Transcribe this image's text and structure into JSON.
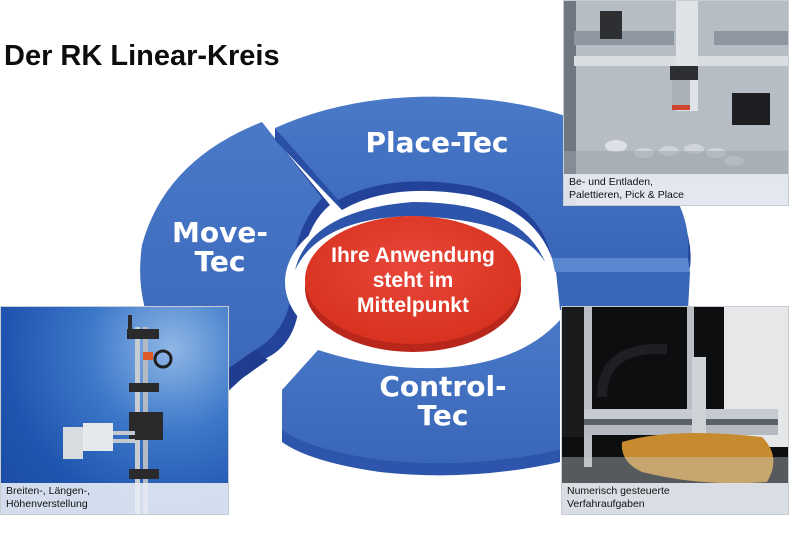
{
  "title": "Der RK Linear-Kreis",
  "colors": {
    "ring_blue": "#3f6fc0",
    "ring_blue_dark": "#23439a",
    "center_red": "#e23a2c",
    "center_red_dark": "#b8261c",
    "text_white": "#ffffff"
  },
  "diagram": {
    "center": {
      "line1": "Ihre Anwendung",
      "line2": "steht im",
      "line3": "Mittelpunkt"
    },
    "segments": [
      {
        "id": "place-tec",
        "line1": "Place-Tec"
      },
      {
        "id": "move-tec",
        "line1": "Move-",
        "line2": "Tec"
      },
      {
        "id": "control-tec",
        "line1": "Control-",
        "line2": "Tec"
      }
    ]
  },
  "photos": [
    {
      "id": "place",
      "caption_line1": "Be- und Entladen,",
      "caption_line2": "Palettieren, Pick & Place"
    },
    {
      "id": "move",
      "caption_line1": "Breiten-, Längen-,",
      "caption_line2": "Höhenverstellung"
    },
    {
      "id": "control",
      "caption_line1": "Numerisch gesteuerte",
      "caption_line2": "Verfahraufgaben"
    }
  ]
}
